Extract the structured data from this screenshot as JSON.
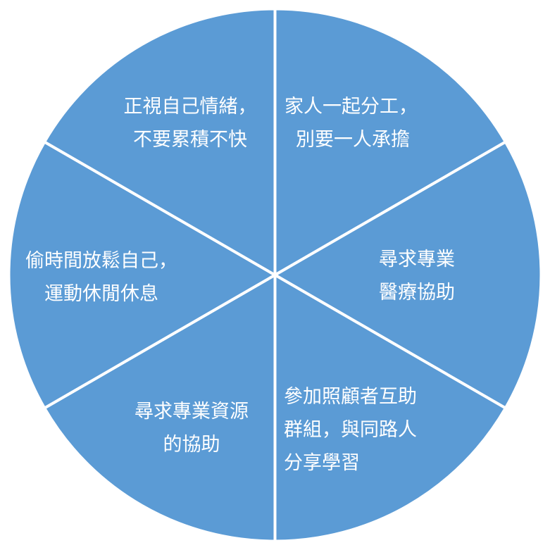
{
  "diagram": {
    "fill_color": "#5B9BD5",
    "divider_color": "#FFFFFF",
    "text_color": "#FFFFFF",
    "segments": [
      {
        "id": "upper-right",
        "lines": [
          "家人一起分工，",
          "別要一人承擔"
        ]
      },
      {
        "id": "right",
        "lines": [
          "尋求專業",
          "醫療協助"
        ]
      },
      {
        "id": "lower-right",
        "lines": [
          "參加照顧者互助",
          "群組，與同路人",
          "分享學習"
        ]
      },
      {
        "id": "lower-left",
        "lines": [
          "尋求專業資源",
          "的協助"
        ]
      },
      {
        "id": "left",
        "lines": [
          "偷時間放鬆自己，",
          "運動休閒休息"
        ]
      },
      {
        "id": "upper-left",
        "lines": [
          "正視自己情緒，",
          "不要累積不快"
        ]
      }
    ]
  }
}
